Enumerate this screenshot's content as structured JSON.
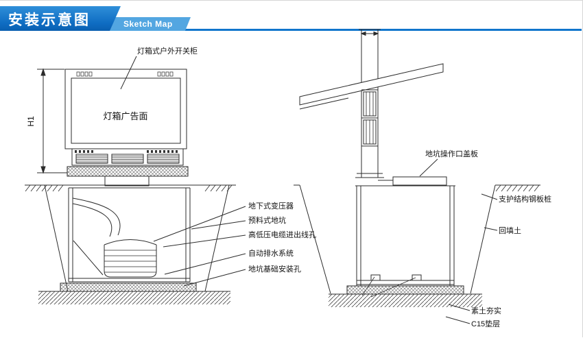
{
  "header": {
    "title": "安装示意图",
    "subtitle": "Sketch Map",
    "colors": {
      "banner_blue": "#1176cc",
      "accent_blue": "#53a6e1",
      "line_color": "#2b2b2b"
    }
  },
  "left_drawing": {
    "cabinet_callout": "灯箱式户外开关柜",
    "height_dimension": "H1",
    "lightbox_face": "灯箱广告面",
    "callouts": [
      "地下式变压器",
      "预料式地坑",
      "高低压电缆进出线孔",
      "自动排水系统",
      "地坑基础安装孔"
    ]
  },
  "right_drawing": {
    "cover_callout": "地坑操作口盖板",
    "sheet_pile_callout": "支护结构钢板桩",
    "backfill_callout": "回填土",
    "compacted_soil_callout": "素土夯实",
    "cushion_callout": "C15垫层"
  }
}
